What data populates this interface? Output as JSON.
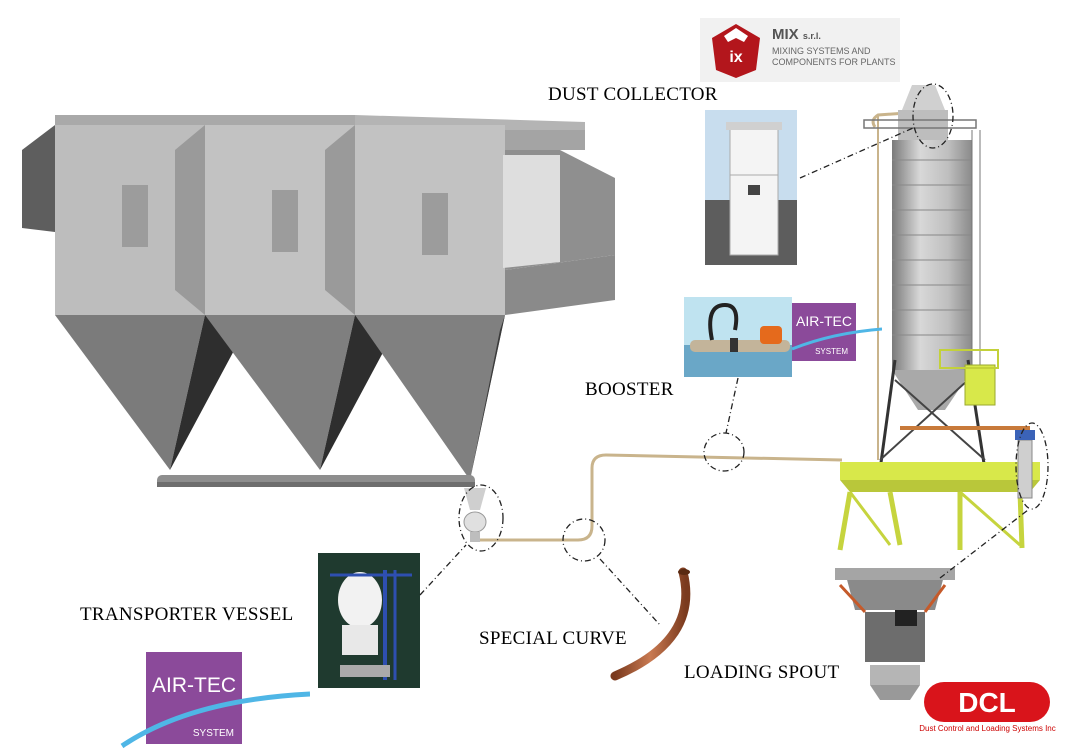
{
  "labels": {
    "dust_collector": "DUST COLLECTOR",
    "booster": "BOOSTER",
    "transporter_vessel": "TRANSPORTER VESSEL",
    "special_curve": "SPECIAL CURVE",
    "loading_spout": "LOADING SPOUT"
  },
  "logos": {
    "mix": {
      "brand": "MIX",
      "suffix": "s.r.l.",
      "tagline_1": "MIXING SYSTEMS AND",
      "tagline_2": "COMPONENTS FOR PLANTS"
    },
    "airtec_booster": {
      "title": "AIR-TEC",
      "sub": "SYSTEM"
    },
    "airtec_vessel": {
      "title": "AIR-TEC",
      "sub": "SYSTEM"
    },
    "dcl": {
      "caption": "Dust Control and Loading Systems Inc"
    }
  },
  "colors": {
    "airtec_purple": "#8b4a9a",
    "airtec_swoosh": "#4fb6e6",
    "dcl_red": "#d9141b",
    "platform_yellow": "#d8e84a",
    "pipe": "#c9b48c"
  }
}
